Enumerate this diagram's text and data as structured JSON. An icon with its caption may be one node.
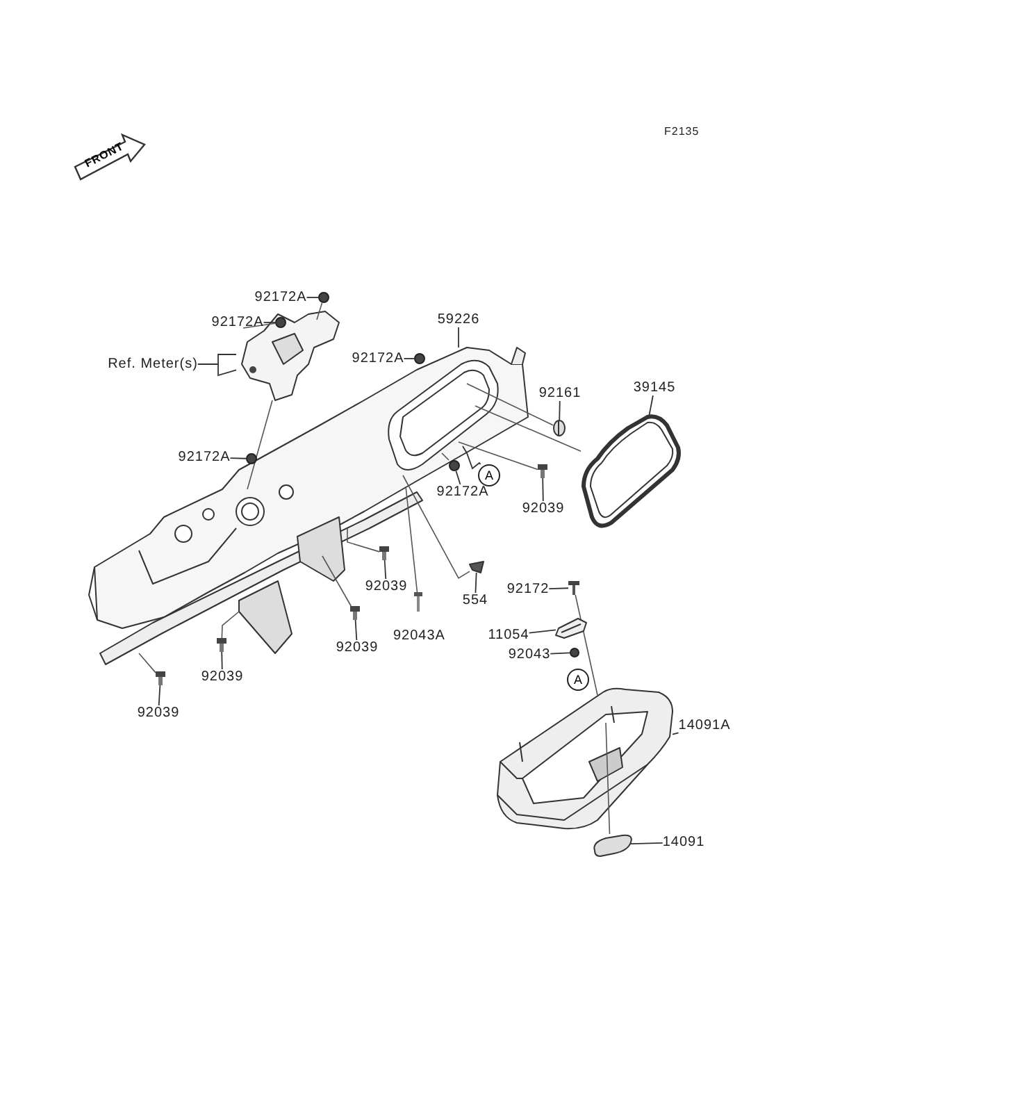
{
  "diagram": {
    "nodes": [
      {
        "text": [
          "92172A"
        ]
      },
      {
        "text": [
          "92172A"
        ]
      },
      {
        "text": [
          "Ref. Meter(s)"
        ]
      },
      {
        "text": [
          "92172A"
        ]
      },
      {
        "text": [
          "59226"
        ]
      },
      {
        "text": [
          "92161"
        ]
      },
      {
        "text": [
          "39145"
        ]
      },
      {
        "text": [
          "92172A"
        ]
      },
      {
        "text": [
          "A"
        ]
      },
      {
        "text": [
          "92172A"
        ]
      },
      {
        "text": [
          "92039"
        ]
      },
      {
        "text": [
          "92039"
        ]
      },
      {
        "text": [
          "554"
        ]
      },
      {
        "text": [
          "92172"
        ]
      },
      {
        "text": [
          "11054"
        ]
      },
      {
        "text": [
          "92039"
        ]
      },
      {
        "text": [
          "92043"
        ]
      },
      {
        "text": [
          "92039"
        ]
      },
      {
        "text": [
          "A"
        ]
      },
      {
        "text": [
          "92039"
        ]
      },
      {
        "text": [
          "14091A"
        ]
      },
      {
        "text": [
          "14091"
        ]
      },
      {
        "text": [],
        "shape": "circle"
      },
      {
        "text": [],
        "shape": "circle",
        "in": 24
      },
      {
        "text": [],
        "shape": "picture"
      },
      {
        "text": [],
        "shape": "circle"
      },
      {
        "text": [],
        "shape": "picture"
      },
      {
        "text": [],
        "shape": "picture"
      },
      {
        "text": [],
        "shape": "picture"
      },
      {
        "text": [],
        "shape": "circle"
      },
      {
        "text": [],
        "shape": "circle"
      },
      {
        "text": [],
        "shape": "picture"
      },
      {
        "text": [],
        "shape": "picture"
      },
      {
        "text": [],
        "shape": "picture"
      },
      {
        "text": [],
        "shape": "picture"
      },
      {
        "text": [],
        "shape": "picture"
      },
      {
        "text": [],
        "shape": "picture"
      },
      {
        "text": [],
        "shape": "circle"
      },
      {
        "text": [],
        "shape": "picture"
      },
      {
        "text": [],
        "shape": "picture"
      },
      {
        "text": [],
        "shape": "picture"
      },
      {
        "text": [],
        "shape": "picture"
      },
      {
        "text": [],
        "shape": "picture"
      }
    ],
    "edges": [
      {
        "from": 0,
        "to": 22,
        "arrow": "none"
      },
      {
        "from": 1,
        "to": 23,
        "arrow": "none"
      },
      {
        "from": 2,
        "to": 24,
        "arrow": "none"
      },
      {
        "from": 2,
        "to": 24,
        "arrow": "none"
      },
      {
        "from": 3,
        "to": 25,
        "arrow": "none"
      },
      {
        "from": 4,
        "to": 26,
        "arrow": "none"
      },
      {
        "from": 5,
        "to": 27,
        "arrow": "none"
      },
      {
        "from": 6,
        "to": 28,
        "arrow": "none"
      },
      {
        "from": 7,
        "to": 29,
        "arrow": "none"
      },
      {
        "from": 8,
        "to": 26,
        "arrow": "none"
      },
      {
        "from": 9,
        "to": 30,
        "arrow": "none"
      },
      {
        "from": 10,
        "to": 31,
        "arrow": "none"
      },
      {
        "from": 11,
        "to": 32,
        "arrow": "none"
      },
      {
        "from": 12,
        "to": 33,
        "arrow": "none"
      },
      {
        "from": 13,
        "to": 34,
        "arrow": "none"
      },
      {
        "from": 14,
        "to": 35,
        "arrow": "none"
      },
      {
        "from": 15,
        "to": 36,
        "arrow": "none"
      },
      {
        "from": 16,
        "to": 37,
        "arrow": "none"
      },
      {
        "from": 17,
        "to": 38,
        "arrow": "none"
      },
      {
        "from": 19,
        "to": 39,
        "arrow": "none"
      },
      {
        "from": 20,
        "to": 40,
        "arrow": "none"
      },
      {
        "from": 21,
        "to": 41,
        "arrow": "none"
      },
      {
        "from": 22,
        "to": 24,
        "arrow": "none"
      },
      {
        "from": 23,
        "to": 24,
        "arrow": "none"
      },
      {
        "from": 24,
        "to": 26,
        "arrow": "none"
      },
      {
        "from": 27,
        "to": 26,
        "arrow": "none"
      },
      {
        "from": 28,
        "to": 26,
        "arrow": "none"
      },
      {
        "from": 30,
        "to": 26,
        "arrow": "none"
      },
      {
        "from": 31,
        "to": 26,
        "arrow": "none"
      },
      {
        "from": 32,
        "to": 26,
        "arrow": "none"
      },
      {
        "from": 36,
        "to": 26,
        "arrow": "none"
      },
      {
        "from": 38,
        "to": 26,
        "arrow": "none"
      },
      {
        "from": 39,
        "to": 26,
        "arrow": "none"
      },
      {
        "from": 33,
        "to": 26,
        "arrow": "none"
      },
      {
        "from": 42,
        "to": 26,
        "arrow": "none"
      },
      {
        "from": 34,
        "to": 40,
        "arrow": "none"
      },
      {
        "from": 40,
        "to": 41,
        "arrow": "none"
      }
    ],
    "labels": [
      "F2135",
      "FRONT",
      "92043A"
    ]
  }
}
